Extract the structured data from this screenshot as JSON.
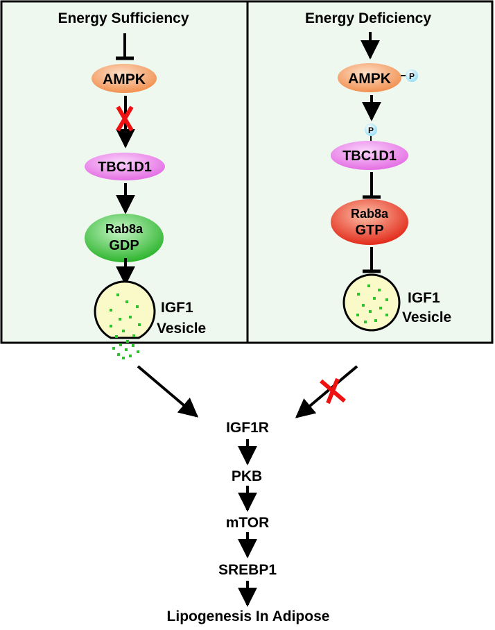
{
  "panels": {
    "left": {
      "title": "Energy Sufficiency",
      "ampk": "AMPK",
      "tbc": "TBC1D1",
      "rab_line1": "Rab8a",
      "rab_line2": "GDP",
      "vesicle_line1": "IGF1",
      "vesicle_line2": "Vesicle"
    },
    "right": {
      "title": "Energy Deficiency",
      "ampk": "AMPK",
      "ampk_phospho": "P",
      "tbc_phospho": "P",
      "tbc": "TBC1D1",
      "rab_line1": "Rab8a",
      "rab_line2": "GTP",
      "vesicle_line1": "IGF1",
      "vesicle_line2": "Vesicle"
    }
  },
  "pathway": {
    "igf1r": "IGF1R",
    "pkb": "PKB",
    "mtor": "mTOR",
    "srebp1": "SREBP1",
    "outcome": "Lipogenesis In Adipose"
  },
  "colors": {
    "panel_fill": "#eef8ee",
    "ampk": "#f4a46a",
    "tbc": "#ef7fef",
    "rab_gdp": "#3cbe3c",
    "rab_gtp": "#ec2e16",
    "vesicle": "#fafac8",
    "granule": "#2ec22e",
    "phospho": "#bff0ff",
    "block_x": "#ee1111"
  },
  "icons": [
    "inhibition-bar-icon",
    "activation-arrow-icon",
    "red-x-block-icon",
    "phosphate-icon",
    "vesicle-icon"
  ]
}
